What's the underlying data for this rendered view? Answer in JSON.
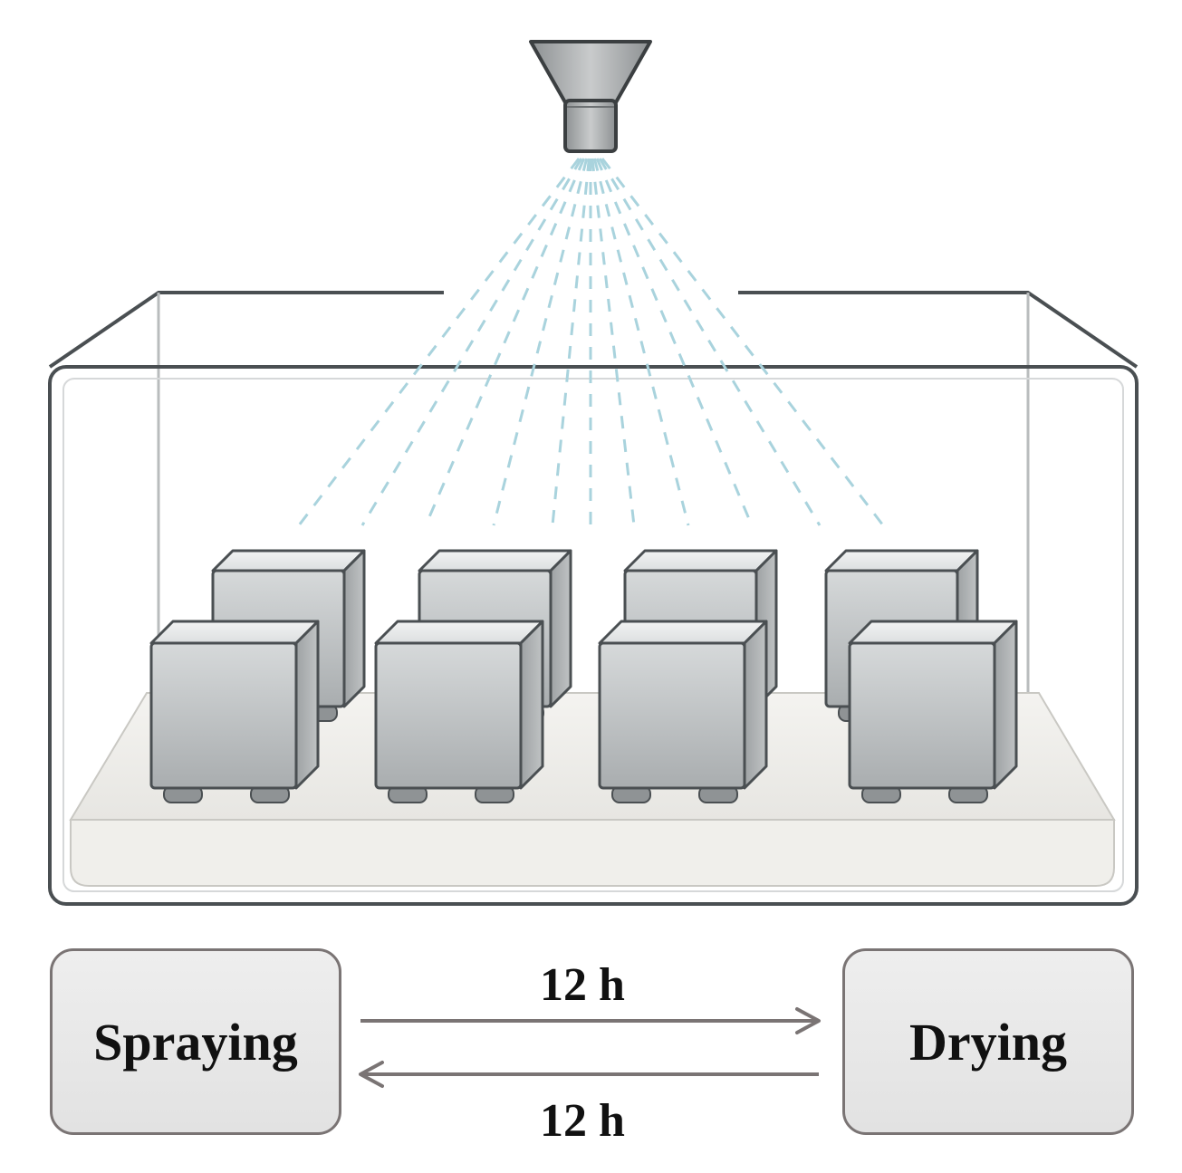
{
  "diagram": {
    "chamber_specimen_count": 8,
    "cycle": {
      "from_label": "Spraying",
      "to_label": "Drying",
      "forward_duration": "12 h",
      "return_duration": "12 h"
    },
    "colors": {
      "outline": "#4a4f52",
      "spray": "#a9d3dd",
      "specimen": "#b8bcbe",
      "box_border": "#7a7474",
      "arrow": "#7a7474"
    }
  }
}
